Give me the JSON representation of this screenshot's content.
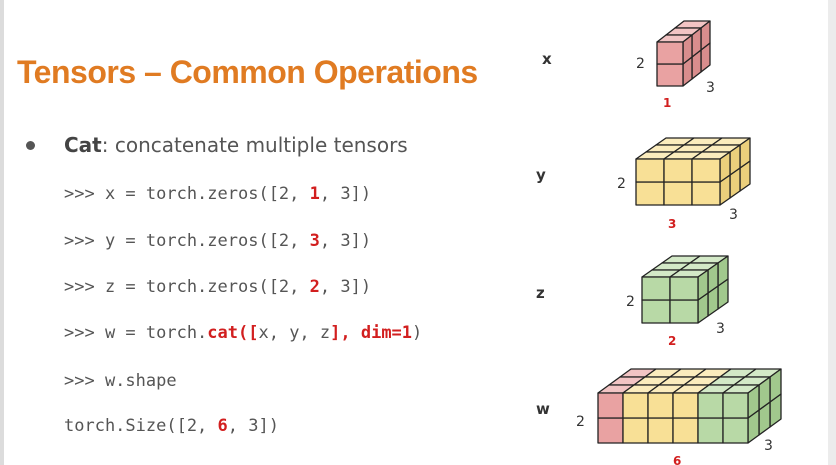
{
  "title": "Tensors – Common Operations",
  "bullet": {
    "term": "Cat",
    "rest": ": concatenate multiple tensors"
  },
  "code": [
    {
      "pre": ">>> x = torch.zeros([2, ",
      "hl": "1",
      "post": ", 3])"
    },
    {
      "pre": ">>> y = torch.zeros([2, ",
      "hl": "3",
      "post": ", 3])"
    },
    {
      "pre": ">>> z = torch.zeros([2, ",
      "hl": "2",
      "post": ", 3])"
    },
    {
      "pre": ">>> w = torch.",
      "hl1": "cat([",
      "mid": "x, y, z",
      "hl2": "], dim=1",
      "post": ")"
    },
    {
      "text": ">>> w.shape"
    },
    {
      "pre": "torch.Size([2, ",
      "hl": "6",
      "post": ", 3])"
    }
  ],
  "diagram": {
    "labels": [
      "x",
      "y",
      "z",
      "w"
    ],
    "x": {
      "rows": "2",
      "cols": "1",
      "depth": "3"
    },
    "y": {
      "rows": "2",
      "cols": "3",
      "depth": "3"
    },
    "z": {
      "rows": "2",
      "cols": "2",
      "depth": "3"
    },
    "w": {
      "rows": "2",
      "cols": "6",
      "depth": "3"
    },
    "colors": {
      "red_front": "#e9a2a2",
      "red_top": "#f2c4c4",
      "red_side": "#d98d8d",
      "yellow_front": "#f8e096",
      "yellow_top": "#fbecbd",
      "yellow_side": "#ebcf7c",
      "green_front": "#b8d9a6",
      "green_top": "#d3e9c7",
      "green_side": "#a1c88d",
      "accent": "#e07b22",
      "highlight": "#d21f1f"
    }
  }
}
